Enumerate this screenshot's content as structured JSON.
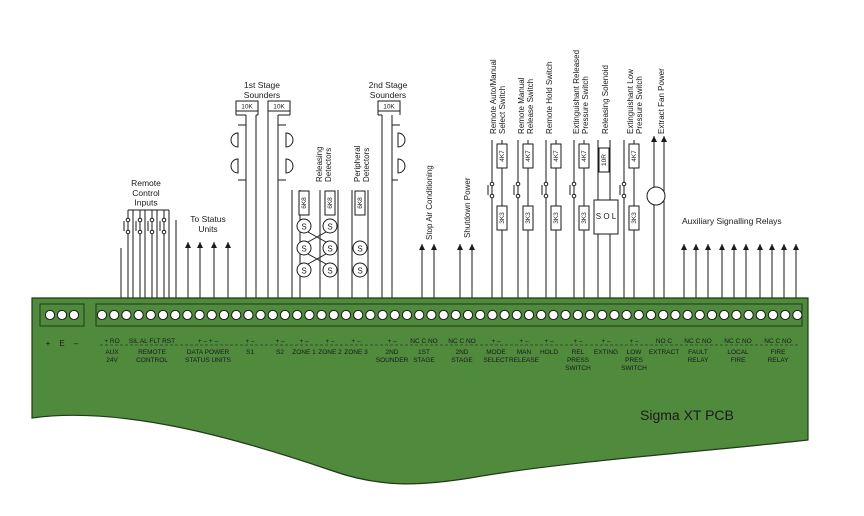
{
  "board": {
    "title": "Sigma XT PCB",
    "power_terminals": [
      "+",
      "E",
      "–"
    ],
    "terminal_groups": [
      {
        "label": "AUX\n24V",
        "pins": "+ RO"
      },
      {
        "label": "REMOTE\nCONTROL",
        "pins": "SIL AL FLT RST"
      },
      {
        "label": "DATA POWER\nSTATUS UNITS",
        "pins": "+ – + –"
      },
      {
        "label": "S1",
        "pins": "+ –"
      },
      {
        "label": "S2",
        "pins": "+ –"
      },
      {
        "label": "ZONE 1",
        "pins": "+ –"
      },
      {
        "label": "ZONE 2",
        "pins": "+ –"
      },
      {
        "label": "ZONE 3",
        "pins": "+ –"
      },
      {
        "label": "2ND\nSOUNDER",
        "pins": "+ –"
      },
      {
        "label": "1ST\nSTAGE",
        "pins": "NC C NO"
      },
      {
        "label": "2ND\nSTAGE",
        "pins": "NC C NO"
      },
      {
        "label": "MODE\nSELECT",
        "pins": "+ –"
      },
      {
        "label": "MAN\nRELEASE",
        "pins": "+ –"
      },
      {
        "label": "HOLD",
        "pins": "+ –"
      },
      {
        "label": "REL\nPRESS\nSWITCH",
        "pins": "+ –"
      },
      {
        "label": "EXTING",
        "pins": "+ –"
      },
      {
        "label": "LOW\nPRES\nSWITCH",
        "pins": "+ –"
      },
      {
        "label": "EXTRACT",
        "pins": "NO C"
      },
      {
        "label": "FAULT\nRELAY",
        "pins": "NC C NO"
      },
      {
        "label": "LOCAL\nFIRE",
        "pins": "NC C NO"
      },
      {
        "label": "FIRE\nRELAY",
        "pins": "NC C NO"
      }
    ]
  },
  "labels": {
    "remote_control_inputs": "Remote\nControl\nInputs",
    "to_status_units": "To Status\nUnits",
    "first_stage_sounders": "1st Stage\nSounders",
    "second_stage_sounders": "2nd Stage\nSounders",
    "releasing_detectors": "Releasing\nDetectors",
    "peripheral_detectors": "Peripheral\nDetectors",
    "stop_air_conditioning": "Stop Air Conditioning",
    "shutdown_power": "Shutdown Power",
    "remote_auto_manual": "Remote Auto/Manual\nSelect Switch",
    "remote_manual_release": "Remote Manual\nRelease Switch",
    "remote_hold_switch": "Remote Hold Switch",
    "extinguishant_released": "Extinguishant Released\nPressure Switch",
    "releasing_solenoid": "Releasing Solenoid",
    "extinguishant_low": "Extinguishant Low\nPressure Switch",
    "extract_fan_power": "Extract Fan Power",
    "auxiliary_relays": "Auxiliary Signalling Relays",
    "resistor_10k": "10K",
    "resistor_6k8": "6K8",
    "resistor_4k7": "4K7",
    "resistor_3k3": "3K3",
    "resistor_10r": "10R",
    "sol": "S O L",
    "detector_s": "S"
  },
  "colors": {
    "pcb_fill": "#4f8a3d",
    "pcb_stroke": "#1f3a17",
    "ink": "#1a1a1a"
  }
}
